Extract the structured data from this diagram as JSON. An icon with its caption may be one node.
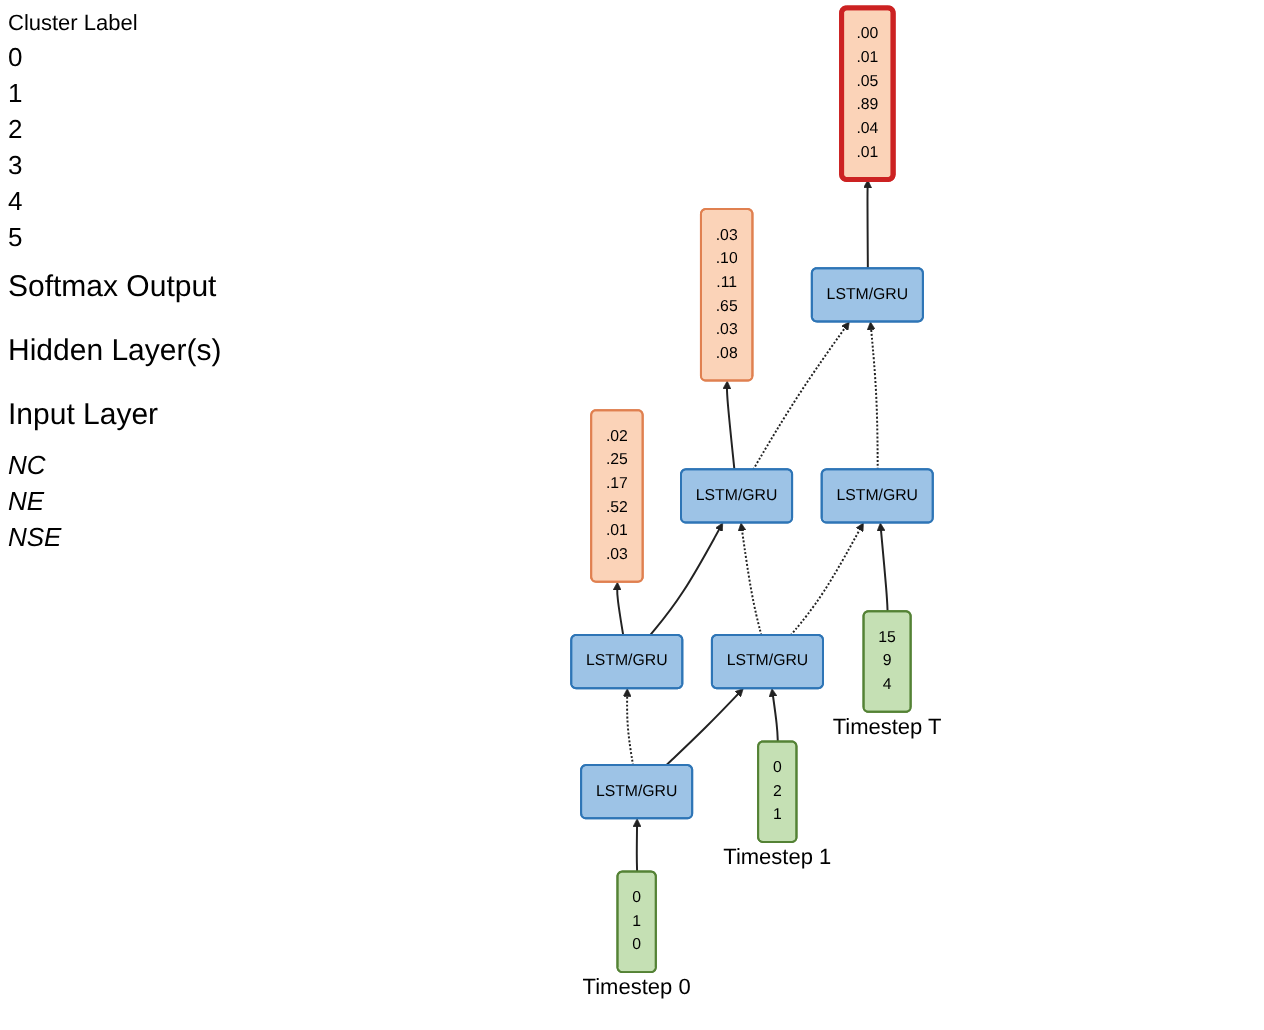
{
  "diagram": {
    "nodes": [
      {
        "text": [
          ".02",
          ".25",
          ".17",
          ".52",
          ".01",
          ".03"
        ]
      },
      {
        "text": [
          ".03",
          ".10",
          ".11",
          ".65",
          ".03",
          ".08"
        ]
      },
      {
        "text": [
          ".00",
          ".01",
          ".05",
          ".89",
          ".04",
          ".01"
        ]
      },
      {
        "text": [
          "LSTM/GRU"
        ]
      },
      {
        "text": [
          "LSTM/GRU"
        ]
      },
      {
        "text": [
          "LSTM/GRU"
        ]
      },
      {
        "text": [
          "LSTM/GRU"
        ]
      },
      {
        "text": [
          "LSTM/GRU"
        ]
      },
      {
        "text": [
          "LSTM/GRU"
        ]
      },
      {
        "text": [
          "0",
          "1",
          "0"
        ],
        "beside": [
          "Timestep 0"
        ]
      },
      {
        "text": [
          "0",
          "2",
          "1"
        ],
        "beside": [
          "Timestep 1"
        ]
      },
      {
        "text": [
          "15",
          "9",
          "4"
        ],
        "beside": [
          "Timestep T"
        ]
      }
    ],
    "edges": [
      {
        "from": 3,
        "to": 0,
        "arrow": "to"
      },
      {
        "from": 4,
        "to": 1,
        "arrow": "to"
      },
      {
        "from": 5,
        "to": 2,
        "arrow": "to"
      },
      {
        "from": 3,
        "to": 4,
        "arrow": "to"
      },
      {
        "from": 4,
        "to": 5,
        "arrow": "to",
        "style": "dashed"
      },
      {
        "from": 6,
        "to": 3,
        "arrow": "to",
        "style": "dashed"
      },
      {
        "from": 7,
        "to": 4,
        "arrow": "to",
        "style": "dashed"
      },
      {
        "from": 8,
        "to": 5,
        "arrow": "to",
        "style": "dashed"
      },
      {
        "from": 6,
        "to": 7,
        "arrow": "to"
      },
      {
        "from": 7,
        "to": 8,
        "arrow": "to",
        "style": "dashed"
      },
      {
        "from": 9,
        "to": 6,
        "arrow": "to"
      },
      {
        "from": 10,
        "to": 7,
        "arrow": "to"
      },
      {
        "from": 11,
        "to": 8,
        "arrow": "to"
      }
    ],
    "labels": [
      "Cluster Label",
      "0",
      "1",
      "2",
      "3",
      "4",
      "5",
      "Softmax Output",
      "Hidden Layer(s)",
      "Input Layer",
      "NC",
      "NE",
      "NSE"
    ]
  }
}
